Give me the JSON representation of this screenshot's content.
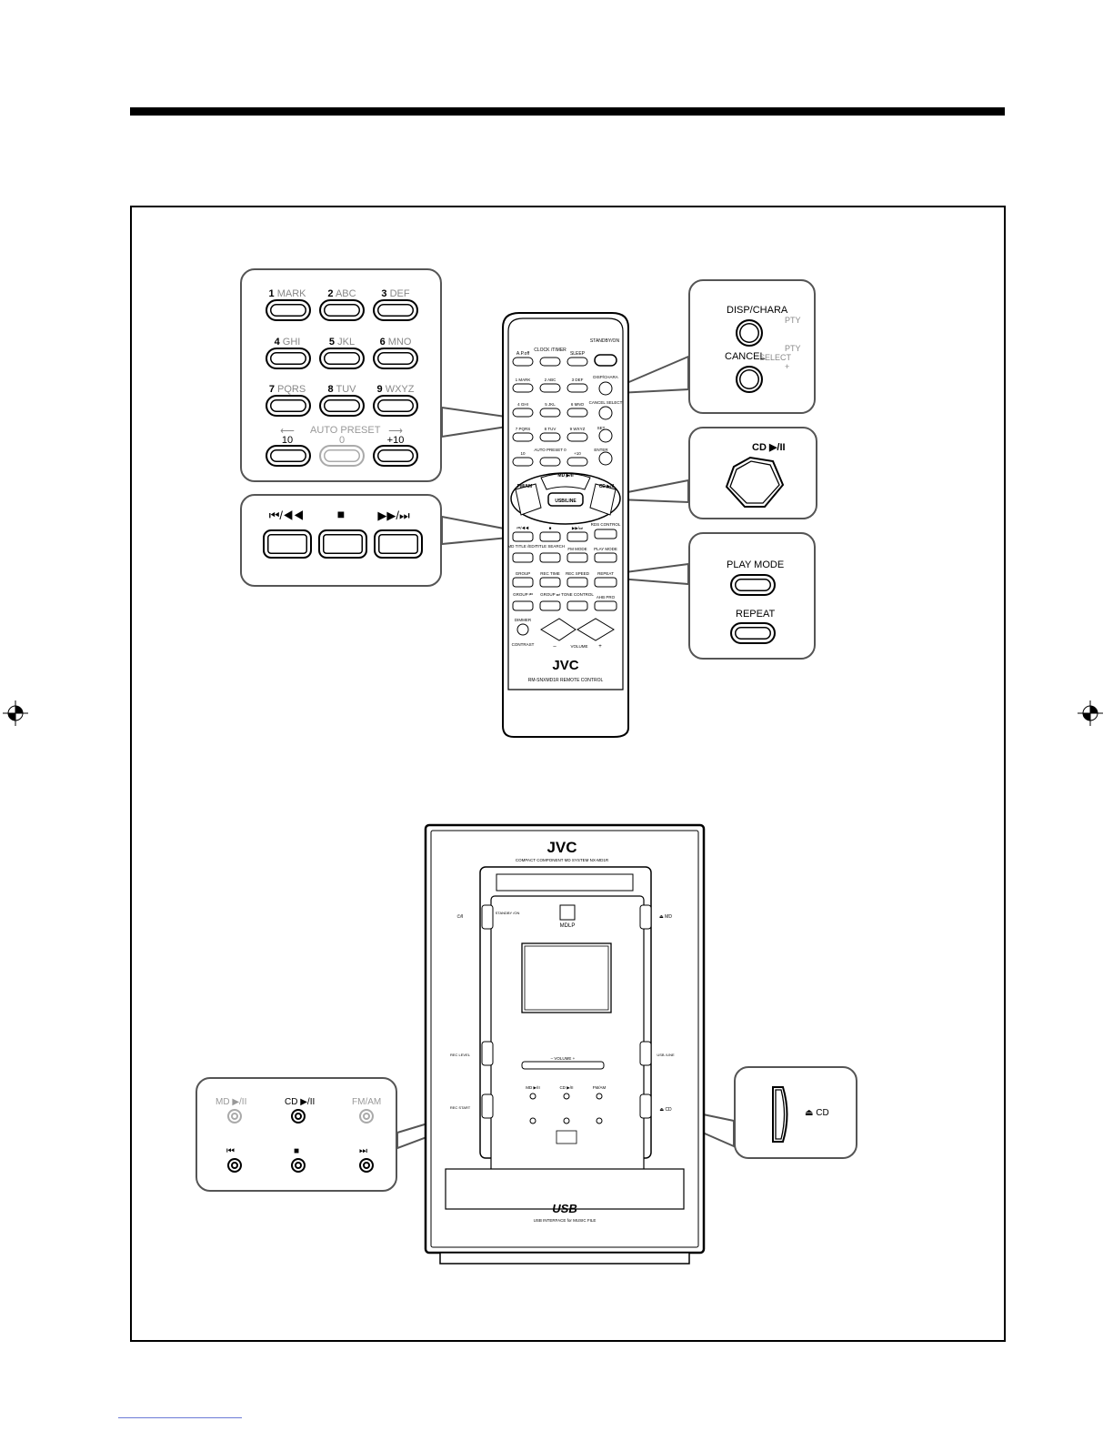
{
  "remote_numpad": {
    "keys": [
      {
        "num": "1",
        "sub": "MARK"
      },
      {
        "num": "2",
        "sub": "ABC"
      },
      {
        "num": "3",
        "sub": "DEF"
      },
      {
        "num": "4",
        "sub": "GHI"
      },
      {
        "num": "5",
        "sub": "JKL"
      },
      {
        "num": "6",
        "sub": "MNO"
      },
      {
        "num": "7",
        "sub": "PQRS"
      },
      {
        "num": "8",
        "sub": "TUV"
      },
      {
        "num": "9",
        "sub": "WXYZ"
      }
    ],
    "minus10": "10",
    "auto_preset": "AUTO PRESET",
    "zero": "0",
    "plus10": "+10"
  },
  "transport": {
    "prev": "⏮/◀◀",
    "stop": "■",
    "next": "▶▶/⏭"
  },
  "disp_callout": {
    "disp": "DISP/CHARA",
    "pty": "PTY",
    "cancel": "CANCEL",
    "pty2": "PTY",
    "select": "SELECT",
    "plus": "+"
  },
  "cd_callout": {
    "label": "CD ▶/II"
  },
  "mode_callout": {
    "play_mode": "PLAY MODE",
    "repeat": "REPEAT"
  },
  "remote": {
    "row1": [
      "A.P.off",
      "CLOCK /TIMER",
      "SLEEP",
      "STANDBY/ON"
    ],
    "num_keys": [
      "1 MARK",
      "2 ABC",
      "3 DEF",
      "4 GHI",
      "5 JKL",
      "6 MNO",
      "7 PQRS",
      "8 TUV",
      "9 WXYZ",
      "10",
      "AUTO PRESET 0",
      "+10"
    ],
    "side_keys": [
      "DISP/CHARA",
      "CANCEL SELECT",
      "SET",
      "ENTER"
    ],
    "source_keys": {
      "md": "MD ▶/II",
      "fm": "FM/AM",
      "cd": "CD ▶/II",
      "usb": "USB/LINE"
    },
    "rows": [
      [
        "⏮/◀◀",
        "■",
        "▶▶/⏭",
        "RDS CONTROL"
      ],
      [
        "MD TITLE /EDIT",
        "TITLE SEARCH",
        "FM MODE",
        "PLAY MODE"
      ],
      [
        "GROUP",
        "REC TIME",
        "REC SPEED",
        "REPEAT"
      ],
      [
        "GROUP ⏮",
        "GROUP ⏭",
        "TONE CONTROL",
        "AHB PRO"
      ]
    ],
    "dimmer": "DIMMER",
    "contrast": "CONTRAST",
    "volume": "VOLUME",
    "vol_minus": "–",
    "vol_plus": "+",
    "brand": "JVC",
    "model": "RM-SNXMD1R REMOTE CONTROL"
  },
  "unit": {
    "brand": "JVC",
    "subtitle": "COMPACT COMPONENT MD SYSTEM NX-MD1R",
    "standby": "STANDBY /ON",
    "power": "⏻/I",
    "eject_md": "⏏ MD",
    "mdlp": "MDLP",
    "rec_level": "REC LEVEL",
    "rec_start": "REC START",
    "usb_line": "USB /LINE",
    "eject_cd": "⏏ CD",
    "volume": "– VOLUME +",
    "btn_labels": [
      "MD ▶/II",
      "CD ▶/II",
      "FM/AM"
    ],
    "usb_logo": "USB",
    "usb_sub": "USB INTERFACE for MUSIC FILE"
  },
  "front_callout": {
    "md": "MD ▶/II",
    "cd": "CD ▶/II",
    "fm": "FM/AM",
    "prev": "⏮",
    "stop": "■",
    "next": "⏭"
  },
  "eject_callout": {
    "label": "⏏ CD"
  }
}
